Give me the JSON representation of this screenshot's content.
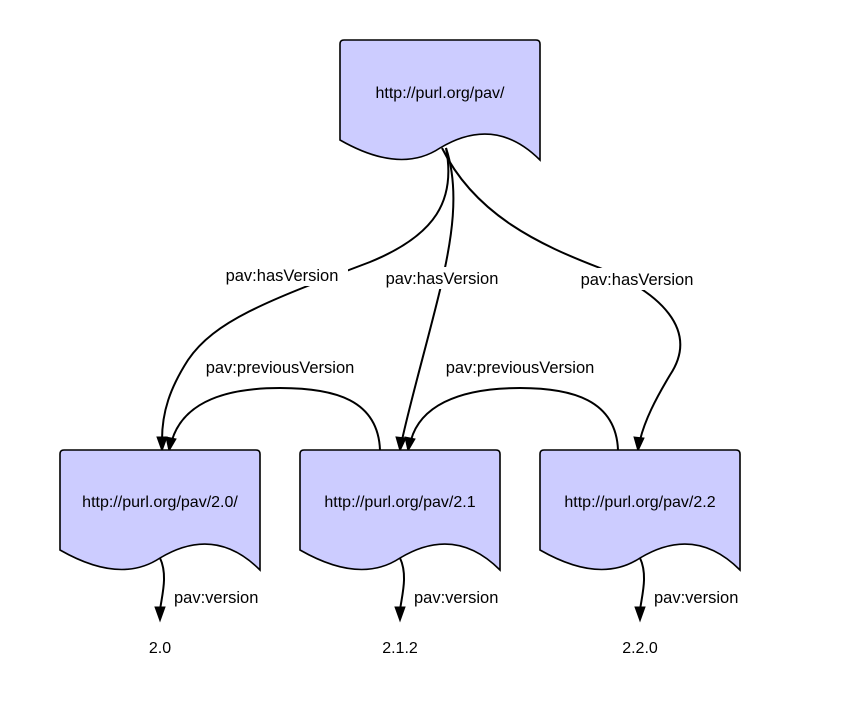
{
  "diagram": {
    "colors": {
      "node_fill": "#ccccff",
      "stroke": "#000000",
      "background": "#ffffff"
    },
    "nodes": {
      "root": {
        "label": "http://purl.org/pav/"
      },
      "v20": {
        "label": "http://purl.org/pav/2.0/"
      },
      "v21": {
        "label": "http://purl.org/pav/2.1"
      },
      "v22": {
        "label": "http://purl.org/pav/2.2"
      }
    },
    "edges": {
      "has_version_1": {
        "label": "pav:hasVersion"
      },
      "has_version_2": {
        "label": "pav:hasVersion"
      },
      "has_version_3": {
        "label": "pav:hasVersion"
      },
      "previous_version_1": {
        "label": "pav:previousVersion"
      },
      "previous_version_2": {
        "label": "pav:previousVersion"
      },
      "version_1": {
        "label": "pav:version"
      },
      "version_2": {
        "label": "pav:version"
      },
      "version_3": {
        "label": "pav:version"
      }
    },
    "values": {
      "v20": "2.0",
      "v21": "2.1.2",
      "v22": "2.2.0"
    }
  }
}
